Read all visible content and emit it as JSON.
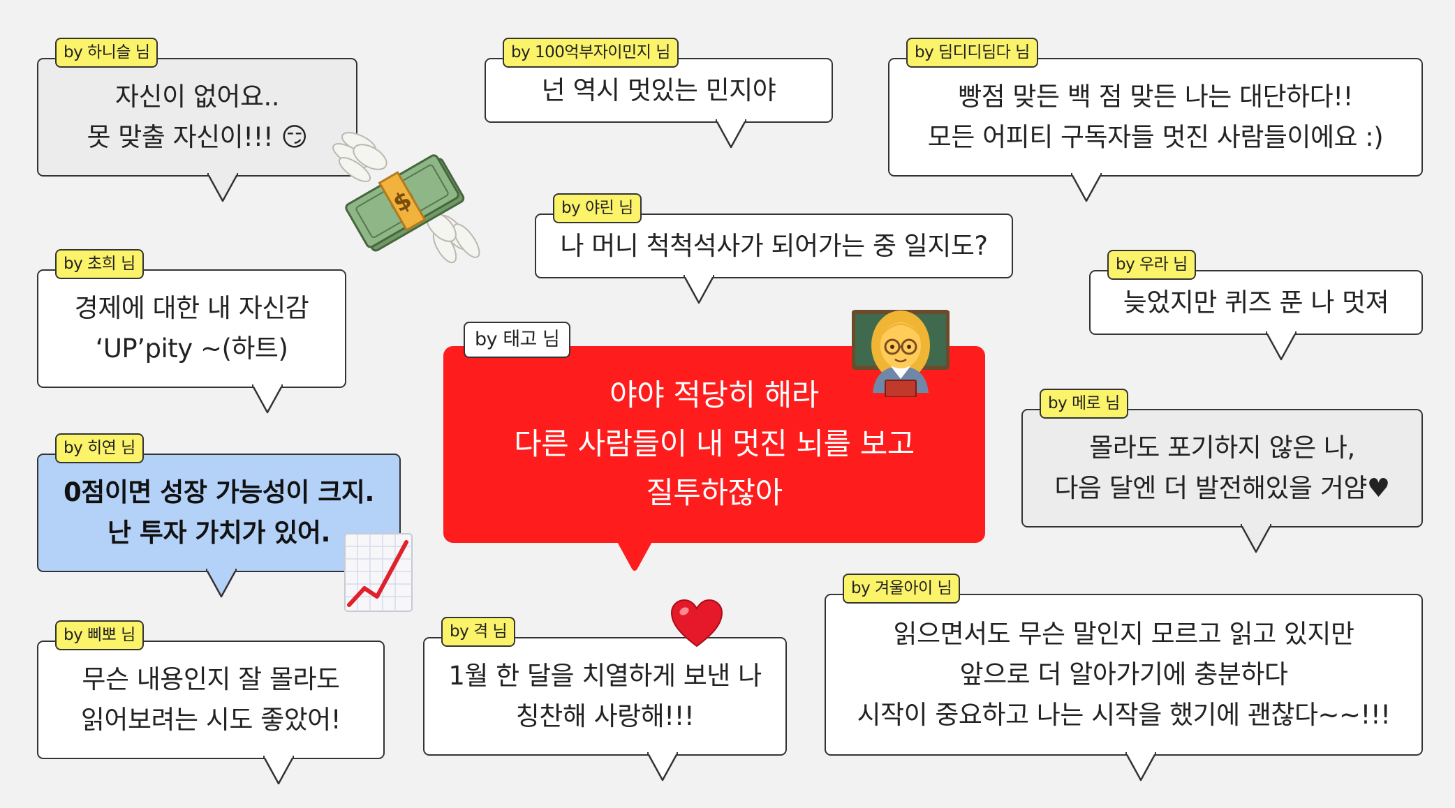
{
  "messages": [
    {
      "author": "by 하니슬 님",
      "lines": [
        "자신이 없어요..",
        "못 맞출 자신이!!! 😏"
      ]
    },
    {
      "author": "by 100억부자이민지 님",
      "lines": [
        "넌 역시 멋있는 민지야"
      ]
    },
    {
      "author": "by 딤디디딤다 님",
      "lines": [
        "빵점 맞든 백 점 맞든 나는 대단하다!!",
        "모든 어피티 구독자들 멋진 사람들이에요 :)"
      ]
    },
    {
      "author": "by 야린 님",
      "lines": [
        "나 머니 척척석사가 되어가는 중 일지도?"
      ]
    },
    {
      "author": "by 초희 님",
      "lines": [
        "경제에 대한 내 자신감",
        "‘UP’pity ~(하트)"
      ]
    },
    {
      "author": "by 우라 님",
      "lines": [
        "늦었지만 퀴즈 푼 나 멋져"
      ]
    },
    {
      "author": "by 태고 님",
      "lines": [
        "야야 적당히 해라",
        "다른 사람들이 내 멋진 뇌를 보고",
        "질투하잖아"
      ]
    },
    {
      "author": "by 메로 님",
      "lines": [
        "몰라도 포기하지 않은 나,",
        "다음 달엔 더 발전해있을 거얌♥"
      ]
    },
    {
      "author": "by 히연 님",
      "lines": [
        "0점이면 성장 가능성이 크지.",
        "난 투자 가치가 있어."
      ]
    },
    {
      "author": "by 겨울아이 님",
      "lines": [
        "읽으면서도 무슨 말인지 모르고 읽고 있지만",
        "앞으로 더 알아가기에 충분하다",
        "시작이 중요하고 나는 시작을 했기에 괜찮다~~!!!"
      ]
    },
    {
      "author": "by 삐뽀 님",
      "lines": [
        "무슨 내용인지 잘 몰라도",
        "읽어보려는 시도 좋았어!"
      ]
    },
    {
      "author": "by 격 님",
      "lines": [
        "1월 한 달을 치열하게 보낸 나",
        "칭찬해 사랑해!!!"
      ]
    }
  ],
  "icons": {
    "money": "money-with-wings-icon",
    "teacher": "teacher-icon",
    "chart": "chart-increasing-icon",
    "heart": "heart-icon"
  },
  "colors": {
    "background": "#f2f2f2",
    "tag_yellow": "#fbf36a",
    "highlight_red": "#ff1c1c",
    "bubble_blue": "#b4d2f8",
    "bubble_gray": "#ececec"
  }
}
